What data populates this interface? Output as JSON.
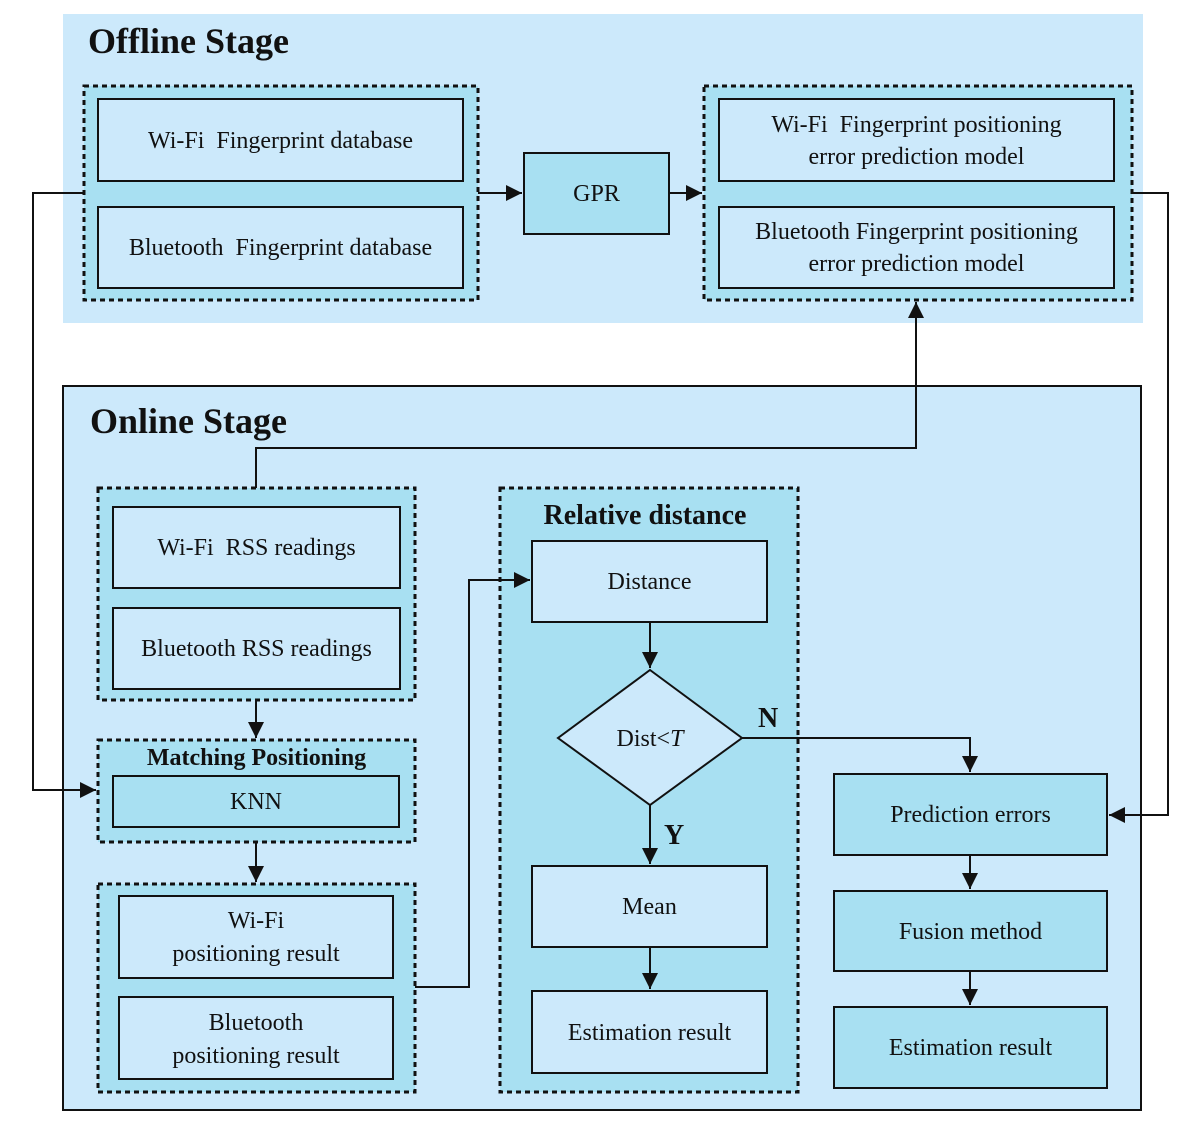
{
  "colors": {
    "stage_bg": "#cce9fb",
    "group_bg": "#a8e0f2",
    "box_light": "#cce9fb",
    "box_dark": "#a8e0f2",
    "line": "#111111"
  },
  "offline": {
    "title": "Offline Stage",
    "wifi_db": "Wi-Fi  Fingerprint database",
    "bt_db": "Bluetooth  Fingerprint database",
    "gpr": "GPR",
    "wifi_model": [
      "Wi-Fi  Fingerprint positioning",
      "error prediction model"
    ],
    "bt_model": [
      "Bluetooth Fingerprint positioning",
      "error prediction model"
    ]
  },
  "online": {
    "title": "Online Stage",
    "wifi_rss": "Wi-Fi  RSS readings",
    "bt_rss": "Bluetooth RSS readings",
    "matching_title": "Matching Positioning",
    "knn": "KNN",
    "wifi_result": [
      "Wi-Fi",
      "positioning result"
    ],
    "bt_result": [
      "Bluetooth",
      "positioning result"
    ],
    "relative_title": "Relative distance",
    "distance": "Distance",
    "decision_prefix": "Dist<",
    "decision_var": "T",
    "no_label": "N",
    "yes_label": "Y",
    "mean": "Mean",
    "estimation_left": "Estimation result",
    "prediction_errors": "Prediction errors",
    "fusion": "Fusion method",
    "estimation_right": "Estimation result"
  }
}
